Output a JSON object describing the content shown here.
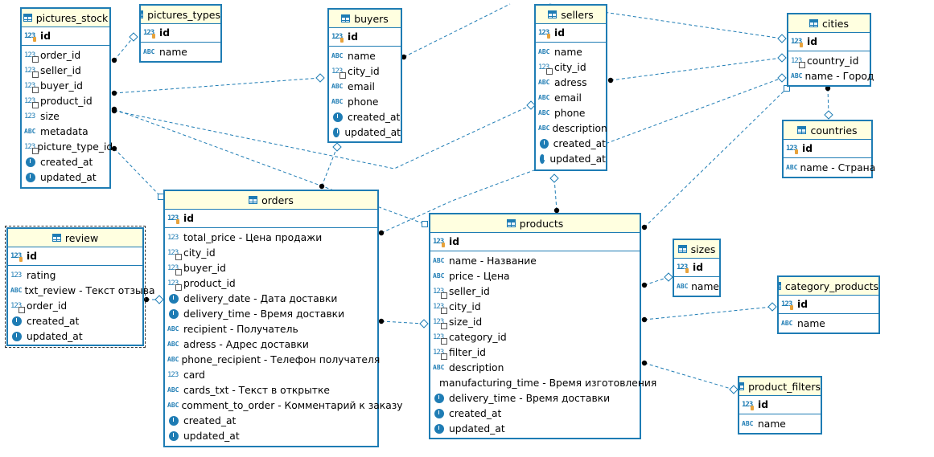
{
  "entities": {
    "pictures_stock": {
      "title": "pictures_stock",
      "pk": "id",
      "columns": [
        "order_id",
        "seller_id",
        "buyer_id",
        "product_id",
        "size",
        "metadata",
        "picture_type_id",
        "created_at",
        "updated_at"
      ]
    },
    "pictures_types": {
      "title": "pictures_types",
      "pk": "id",
      "columns": [
        "name"
      ]
    },
    "buyers": {
      "title": "buyers",
      "pk": "id",
      "columns": [
        "name",
        "city_id",
        "email",
        "phone",
        "created_at",
        "updated_at"
      ]
    },
    "sellers": {
      "title": "sellers",
      "pk": "id",
      "columns": [
        "name",
        "city_id",
        "adress",
        "email",
        "phone",
        "description",
        "created_at",
        "updated_at"
      ]
    },
    "cities": {
      "title": "cities",
      "pk": "id",
      "columns": [
        "country_id",
        "name - Город"
      ]
    },
    "countries": {
      "title": "countries",
      "pk": "id",
      "columns": [
        "name - Страна"
      ]
    },
    "review": {
      "title": "review",
      "pk": "id",
      "columns": [
        "rating",
        "txt_review - Текст отзыва",
        "order_id",
        "created_at",
        "updated_at"
      ]
    },
    "orders": {
      "title": "orders",
      "pk": "id",
      "columns": [
        "total_price - Цена продажи",
        "city_id",
        "buyer_id",
        "product_id",
        "delivery_date - Дата доставки",
        "delivery_time - Время доставки",
        "recipient - Получатель",
        "adress - Адрес доставки",
        "phone_recipient - Телефон получателя",
        "card",
        "cards_txt - Текст в открытке",
        "comment_to_order - Комментарий к заказу",
        "created_at",
        "updated_at"
      ]
    },
    "products": {
      "title": "products",
      "pk": "id",
      "columns": [
        "name - Название",
        "price - Цена",
        "seller_id",
        "city_id",
        "size_id",
        "category_id",
        "filter_id",
        "description",
        "manufacturing_time - Время изготовления",
        "delivery_time - Время доставки",
        "created_at",
        "updated_at"
      ]
    },
    "sizes": {
      "title": "sizes",
      "pk": "id",
      "columns": [
        "name"
      ]
    },
    "category_products": {
      "title": "category_products",
      "pk": "id",
      "columns": [
        "name"
      ]
    },
    "product_filters": {
      "title": "product_filters",
      "pk": "id",
      "columns": [
        "name"
      ]
    }
  },
  "column_types": {
    "number": "123",
    "text": "ABC",
    "timestamp": "clock-icon",
    "key": "key-icon",
    "foreign_key": "fk-icon"
  },
  "colors": {
    "border": "#1e7cb4",
    "header_bg": "#ffffe0",
    "link": "#1e7cb4"
  }
}
